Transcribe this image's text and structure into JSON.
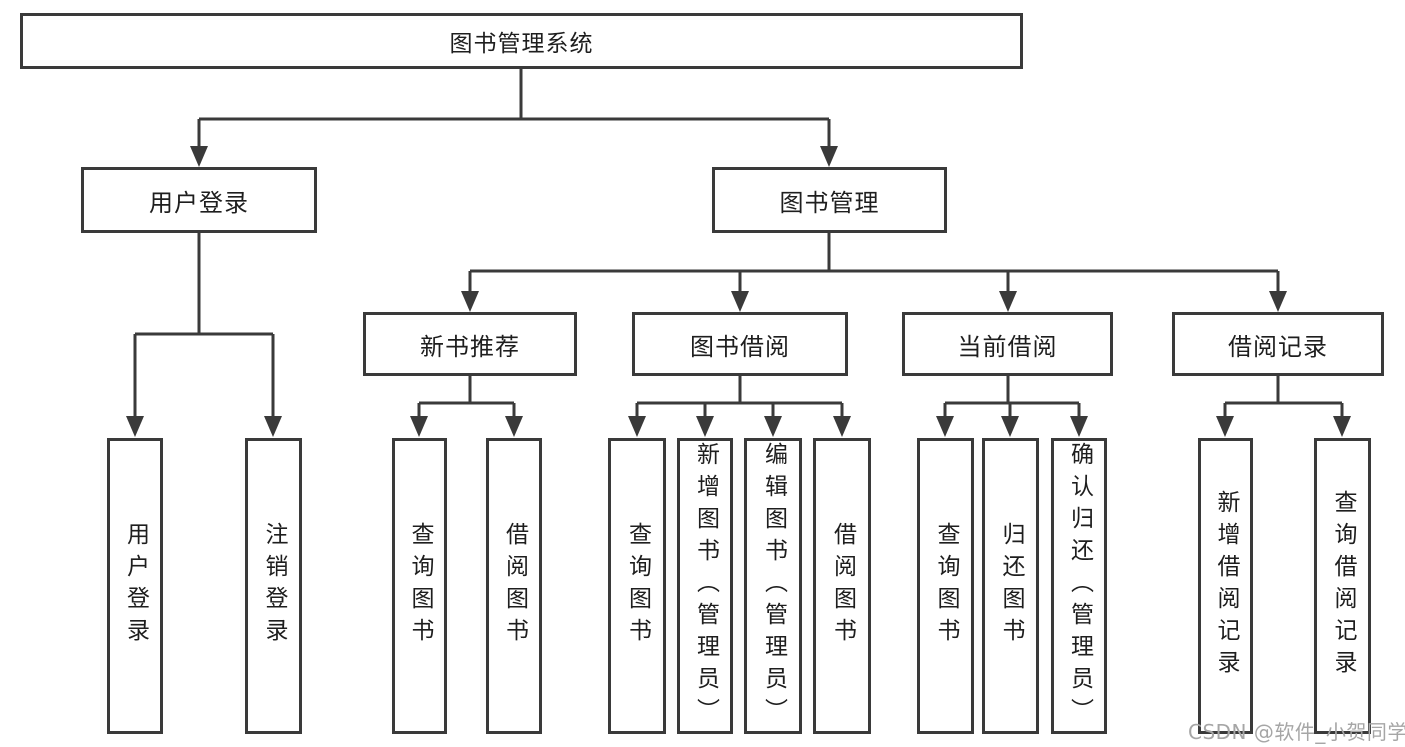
{
  "tree": {
    "root": "图书管理系统",
    "user_login": "用户登录",
    "book_management": "图书管理",
    "new_book_recommend": "新书推荐",
    "book_borrow": "图书借阅",
    "current_borrow": "当前借阅",
    "borrow_records": "借阅记录",
    "leaves": {
      "user": [
        "用户登录",
        "注销登录"
      ],
      "recommend": [
        "查询图书",
        "借阅图书"
      ],
      "borrow": [
        "查询图书",
        "新增图书（管理员）",
        "编辑图书（管理员）",
        "借阅图书"
      ],
      "current": [
        "查询图书",
        "归还图书",
        "确认归还（管理员）"
      ],
      "records": [
        "新增借阅记录",
        "查询借阅记录"
      ]
    }
  },
  "watermark": {
    "text": "CSDN @软件_小贺同学"
  },
  "colors": {
    "line": "#3a3a3a",
    "box_background": "#ffffff",
    "text": "#1e1e1e",
    "watermark": "#a6a6a6"
  }
}
